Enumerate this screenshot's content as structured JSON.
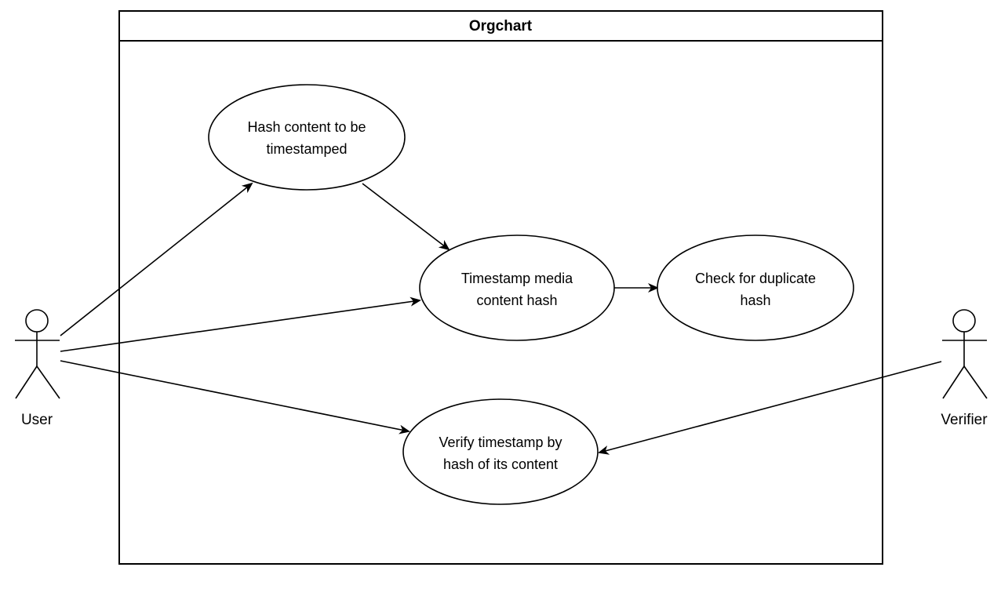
{
  "system": {
    "title": "Orgchart"
  },
  "use_cases": {
    "hash_content": {
      "line1": "Hash content to be",
      "line2": "timestamped"
    },
    "timestamp_hash": {
      "line1": "Timestamp media",
      "line2": "content hash"
    },
    "check_duplicate": {
      "line1": "Check for duplicate",
      "line2": "hash"
    },
    "verify_timestamp": {
      "line1": "Verify timestamp by",
      "line2": "hash of its content"
    }
  },
  "actors": {
    "user": {
      "label": "User"
    },
    "verifier": {
      "label": "Verifier"
    }
  },
  "colors": {
    "stroke": "#000000",
    "fill": "#ffffff",
    "text": "#000000"
  }
}
